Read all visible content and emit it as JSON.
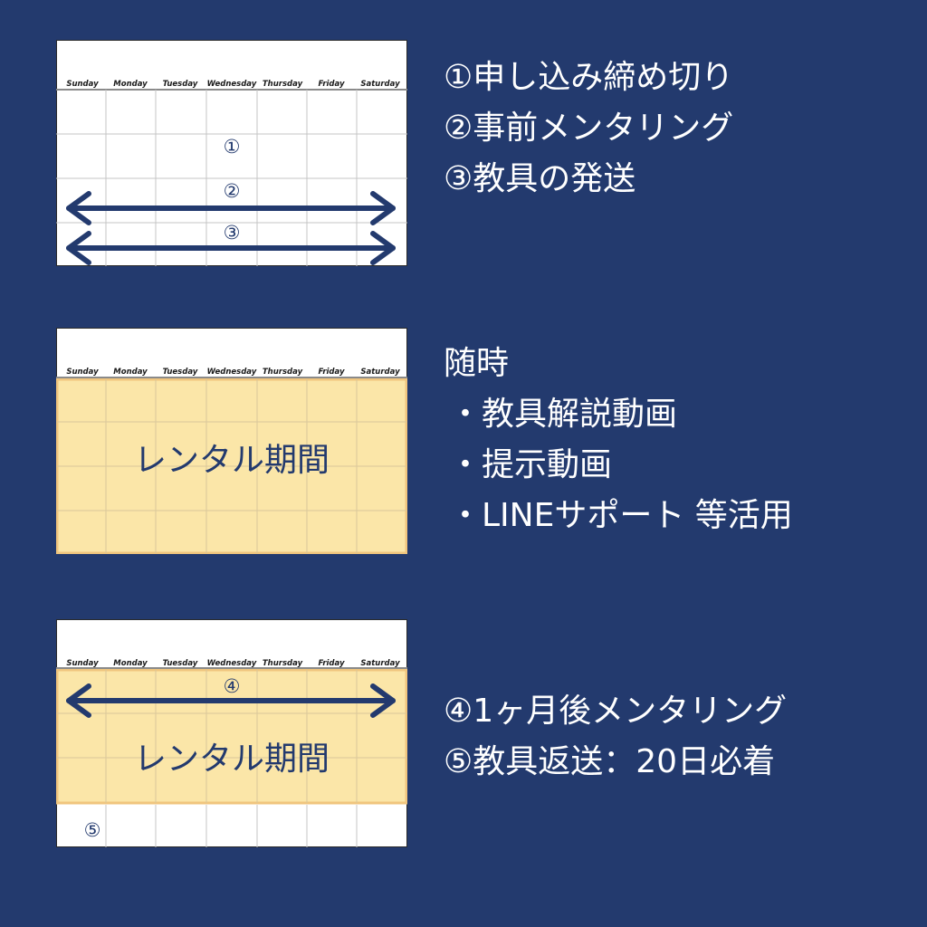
{
  "weekdays": [
    "Sunday",
    "Monday",
    "Tuesday",
    "Wednesday",
    "Thursday",
    "Friday",
    "Saturday"
  ],
  "sections": [
    {
      "markers": [
        "①",
        "②",
        "③"
      ],
      "band_label": "",
      "notes": [
        "①申し込み締め切り",
        "②事前メンタリング",
        "③教具の発送"
      ]
    },
    {
      "markers": [],
      "band_label": "レンタル期間",
      "notes": [
        "随時",
        "・教具解説動画",
        "・提示動画",
        "・LINEサポート 等活用"
      ]
    },
    {
      "markers": [
        "④",
        "⑤"
      ],
      "band_label": "レンタル期間",
      "notes": [
        "④1ヶ月後メンタリング",
        "⑤教具返送：20日必着"
      ]
    }
  ],
  "colors": {
    "background": "#233a6e",
    "card": "#ffffff",
    "grid_line": "#c4c4c4",
    "header_rule": "#8a8a8a",
    "band_fill": "#fbe6a8",
    "band_edge": "#f0c57e",
    "arrow": "#233a6e",
    "text_light": "#ffffff"
  }
}
